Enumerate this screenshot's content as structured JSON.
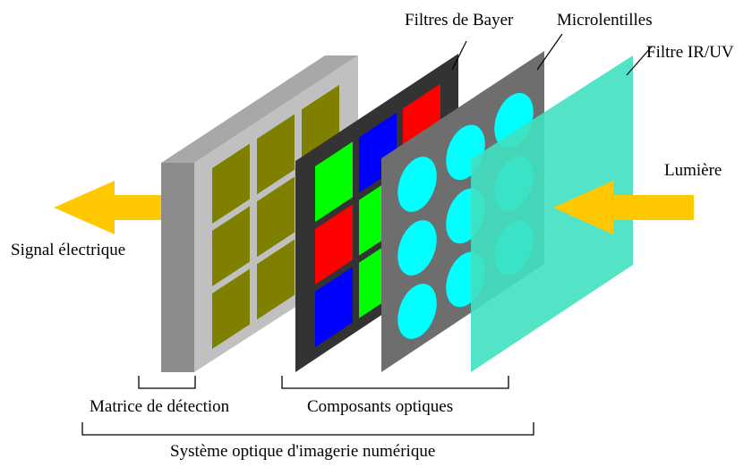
{
  "labels": {
    "bayer_filters": "Filtres de Bayer",
    "microlenses": "Microlentilles",
    "ir_uv_filter": "Filtre IR/UV",
    "light": "Lumière",
    "electrical_signal": "Signal électrique",
    "detection_matrix": "Matrice de détection",
    "optical_components": "Composants optiques",
    "digital_imaging_system": "Système optique d'imagerie numérique"
  },
  "colors": {
    "arrow": "#ffc800",
    "sensor_front": "#c0c0c0",
    "sensor_side": "#8c8c8c",
    "sensor_top": "#a8a8a8",
    "pixel": "#808000",
    "bayer_plate": "#333333",
    "bayer_red": "#ff0000",
    "bayer_green": "#00ff00",
    "bayer_blue": "#0000ff",
    "microlens_plate": "#6e6e6e",
    "lens": "#00ffff",
    "ir_uv_filter": "#40e0c0"
  },
  "bayer_pattern": [
    [
      "bayer_green",
      "bayer_blue",
      "bayer_red"
    ],
    [
      "bayer_red",
      "bayer_green",
      "bayer_blue"
    ],
    [
      "bayer_blue",
      "bayer_green",
      "bayer_red"
    ]
  ]
}
